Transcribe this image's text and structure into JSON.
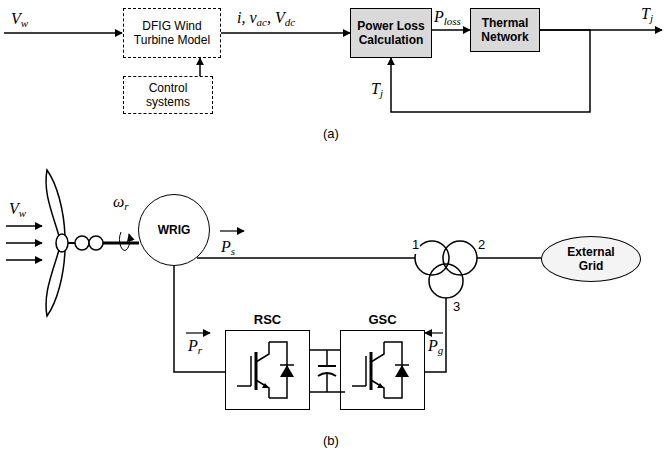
{
  "diagram": {
    "nodes": [
      {
        "text": [
          "DFIG Wind Turbine Model"
        ]
      },
      {
        "text": [
          "Control systems"
        ]
      },
      {
        "text": [
          "Power Loss Calculation"
        ]
      },
      {
        "text": [
          "Thermal Network"
        ]
      },
      {
        "text": [
          "WRIG"
        ]
      },
      {
        "text": [
          "RSC"
        ]
      },
      {
        "text": [
          "GSC"
        ]
      },
      {
        "text": [
          "External Grid"
        ]
      }
    ],
    "edges": [
      {
        "from": 1,
        "to": 0,
        "arrow": "to"
      },
      {
        "from": 0,
        "to": 2,
        "arrow": "to",
        "label": "i, vac, Vdc"
      },
      {
        "from": 2,
        "to": 3,
        "arrow": "to",
        "label": "Ploss"
      },
      {
        "from": 3,
        "to": 2,
        "arrow": "to",
        "label": "Tj"
      },
      {
        "from": 4,
        "to": 5,
        "arrow": "none"
      },
      {
        "from": 5,
        "to": 6,
        "arrow": "none"
      }
    ],
    "labels": [
      "Vw",
      "Tj",
      "(a)",
      "Vw",
      "ωr",
      "Ps",
      "1",
      "2",
      "3",
      "Pr",
      "Pg",
      "(b)"
    ]
  }
}
